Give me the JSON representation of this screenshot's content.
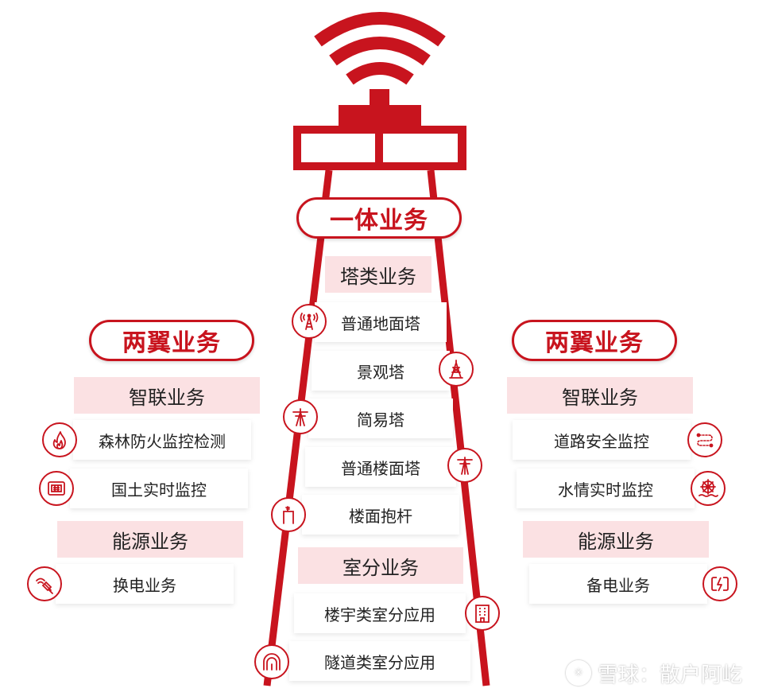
{
  "center": {
    "main_label": "一体业务",
    "tower_section": {
      "label": "塔类业务",
      "items": [
        "普通地面塔",
        "景观塔",
        "简易塔",
        "普通楼面塔",
        "楼面抱杆"
      ]
    },
    "indoor_section": {
      "label": "室分业务",
      "items": [
        "楼宇类室分应用",
        "隧道类室分应用"
      ]
    }
  },
  "left": {
    "main_label": "两翼业务",
    "smart_section": {
      "label": "智联业务",
      "items": [
        "森林防火监控检测",
        "国土实时监控"
      ]
    },
    "energy_section": {
      "label": "能源业务",
      "items": [
        "换电业务"
      ]
    }
  },
  "right": {
    "main_label": "两翼业务",
    "smart_section": {
      "label": "智联业务",
      "items": [
        "道路安全监控",
        "水情实时监控"
      ]
    },
    "energy_section": {
      "label": "能源业务",
      "items": [
        "备电业务"
      ]
    }
  },
  "watermark": {
    "text": "雪球：散户阿屹"
  },
  "icons": {
    "center": [
      "antenna-tower-icon",
      "landscape-tower-icon",
      "simple-tower-icon",
      "rooftop-tower-icon",
      "rooftop-pole-icon",
      "building-icon",
      "tunnel-icon"
    ],
    "left": [
      "fire-icon",
      "land-monitor-icon",
      "battery-swap-plug-icon"
    ],
    "right": [
      "road-route-icon",
      "water-wheel-icon",
      "backup-battery-icon"
    ]
  },
  "colors": {
    "accent": "#c8141e",
    "section_bg": "#fbe1e3"
  }
}
